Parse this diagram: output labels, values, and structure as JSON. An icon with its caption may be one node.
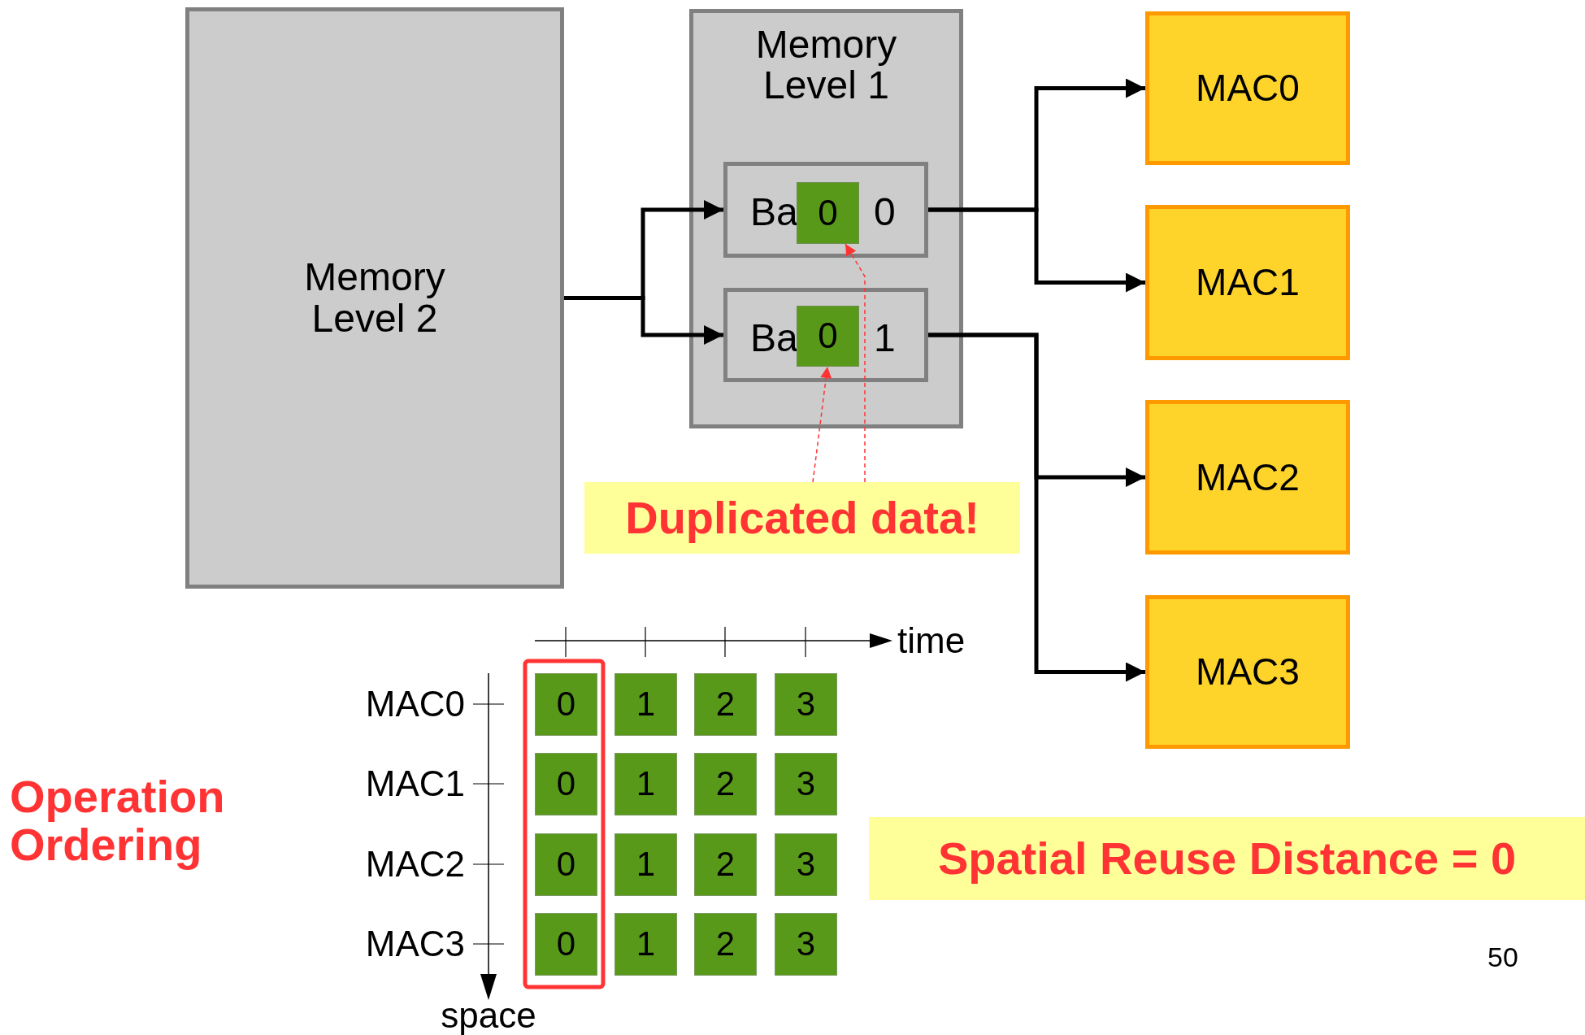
{
  "diagram": {
    "nodes": [
      {
        "text": [
          "Memory Level 2"
        ]
      },
      {
        "text": [
          "Memory Level 1"
        ]
      },
      {
        "text": [
          "Ba",
          "0"
        ],
        "in": 1
      },
      {
        "text": [
          "0"
        ],
        "in": 2
      },
      {
        "text": [
          "Ba",
          "1"
        ],
        "in": 1
      },
      {
        "text": [
          "0"
        ],
        "in": 4
      },
      {
        "text": [
          "MAC0"
        ]
      },
      {
        "text": [
          "MAC1"
        ]
      },
      {
        "text": [
          "MAC2"
        ]
      },
      {
        "text": [
          "MAC3"
        ]
      },
      {
        "text": [
          "Duplicated data!"
        ]
      },
      {
        "text": [
          "0"
        ]
      },
      {
        "text": [
          "1"
        ]
      },
      {
        "text": [
          "2"
        ]
      },
      {
        "text": [
          "3"
        ]
      },
      {
        "text": [
          "0"
        ]
      },
      {
        "text": [
          "1"
        ]
      },
      {
        "text": [
          "2"
        ]
      },
      {
        "text": [
          "3"
        ]
      },
      {
        "text": [
          "0"
        ]
      },
      {
        "text": [
          "1"
        ]
      },
      {
        "text": [
          "2"
        ]
      },
      {
        "text": [
          "3"
        ]
      },
      {
        "text": [
          "0"
        ]
      },
      {
        "text": [
          "1"
        ]
      },
      {
        "text": [
          "2"
        ]
      },
      {
        "text": [
          "3"
        ]
      },
      {
        "text": [
          "Spatial Reuse Distance = 0"
        ]
      }
    ],
    "edges": [
      {
        "from": 0,
        "to": 2,
        "arrow": "to"
      },
      {
        "from": 0,
        "to": 4,
        "arrow": "to"
      },
      {
        "from": 2,
        "to": 6,
        "arrow": "to"
      },
      {
        "from": 2,
        "to": 7,
        "arrow": "to"
      },
      {
        "from": 4,
        "to": 8,
        "arrow": "to"
      },
      {
        "from": 4,
        "to": 9,
        "arrow": "to"
      },
      {
        "from": 10,
        "to": 3,
        "arrow": "to",
        "style": "dashed",
        "color": "#ff3333"
      },
      {
        "from": 10,
        "to": 5,
        "arrow": "to",
        "style": "dashed",
        "color": "#ff3333"
      }
    ],
    "labels": [
      "time",
      "Operation Ordering",
      "MAC0",
      "MAC1",
      "MAC2",
      "MAC3",
      "space",
      "50"
    ]
  }
}
